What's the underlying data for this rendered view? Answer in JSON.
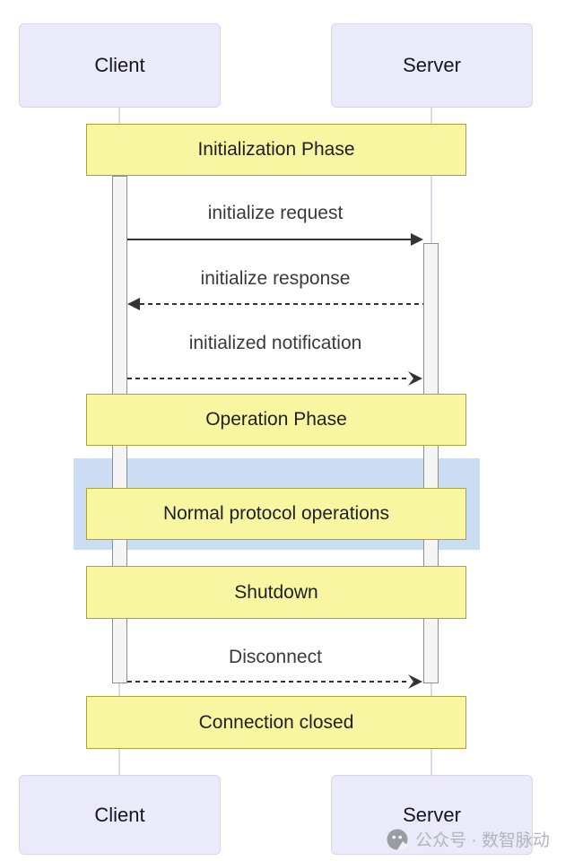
{
  "diagram": {
    "type": "sequence",
    "actors": [
      {
        "name": "Client"
      },
      {
        "name": "Server"
      }
    ],
    "dividers": [
      {
        "label": "Initialization Phase"
      },
      {
        "label": "Operation Phase"
      },
      {
        "label": "Normal protocol operations",
        "highlighted": true
      },
      {
        "label": "Shutdown"
      },
      {
        "label": "Connection closed"
      }
    ],
    "messages": [
      {
        "label": "initialize request",
        "from": "Client",
        "to": "Server",
        "line": "solid",
        "head": "triangle"
      },
      {
        "label": "initialize response",
        "from": "Server",
        "to": "Client",
        "line": "dashed",
        "head": "triangle"
      },
      {
        "label": "initialized notification",
        "from": "Client",
        "to": "Server",
        "line": "dashed",
        "head": "chevron"
      },
      {
        "label": "Disconnect",
        "from": "Client",
        "to": "Server",
        "line": "dashed",
        "head": "chevron"
      }
    ],
    "colors": {
      "actor_fill": "#EAEAFA",
      "actor_border": "#D6D6EE",
      "divider_fill": "#F9F6A2",
      "divider_border": "#A5A538",
      "highlight_fill": "#CADDF3",
      "activation_fill": "#F5F5F5",
      "activation_border": "#8E8E8E",
      "lifeline": "#D9D9EC",
      "arrow": "#333333"
    }
  },
  "watermark": {
    "icon": "wechat-official-account-icon",
    "text": "公众号 · 数智脉动"
  }
}
